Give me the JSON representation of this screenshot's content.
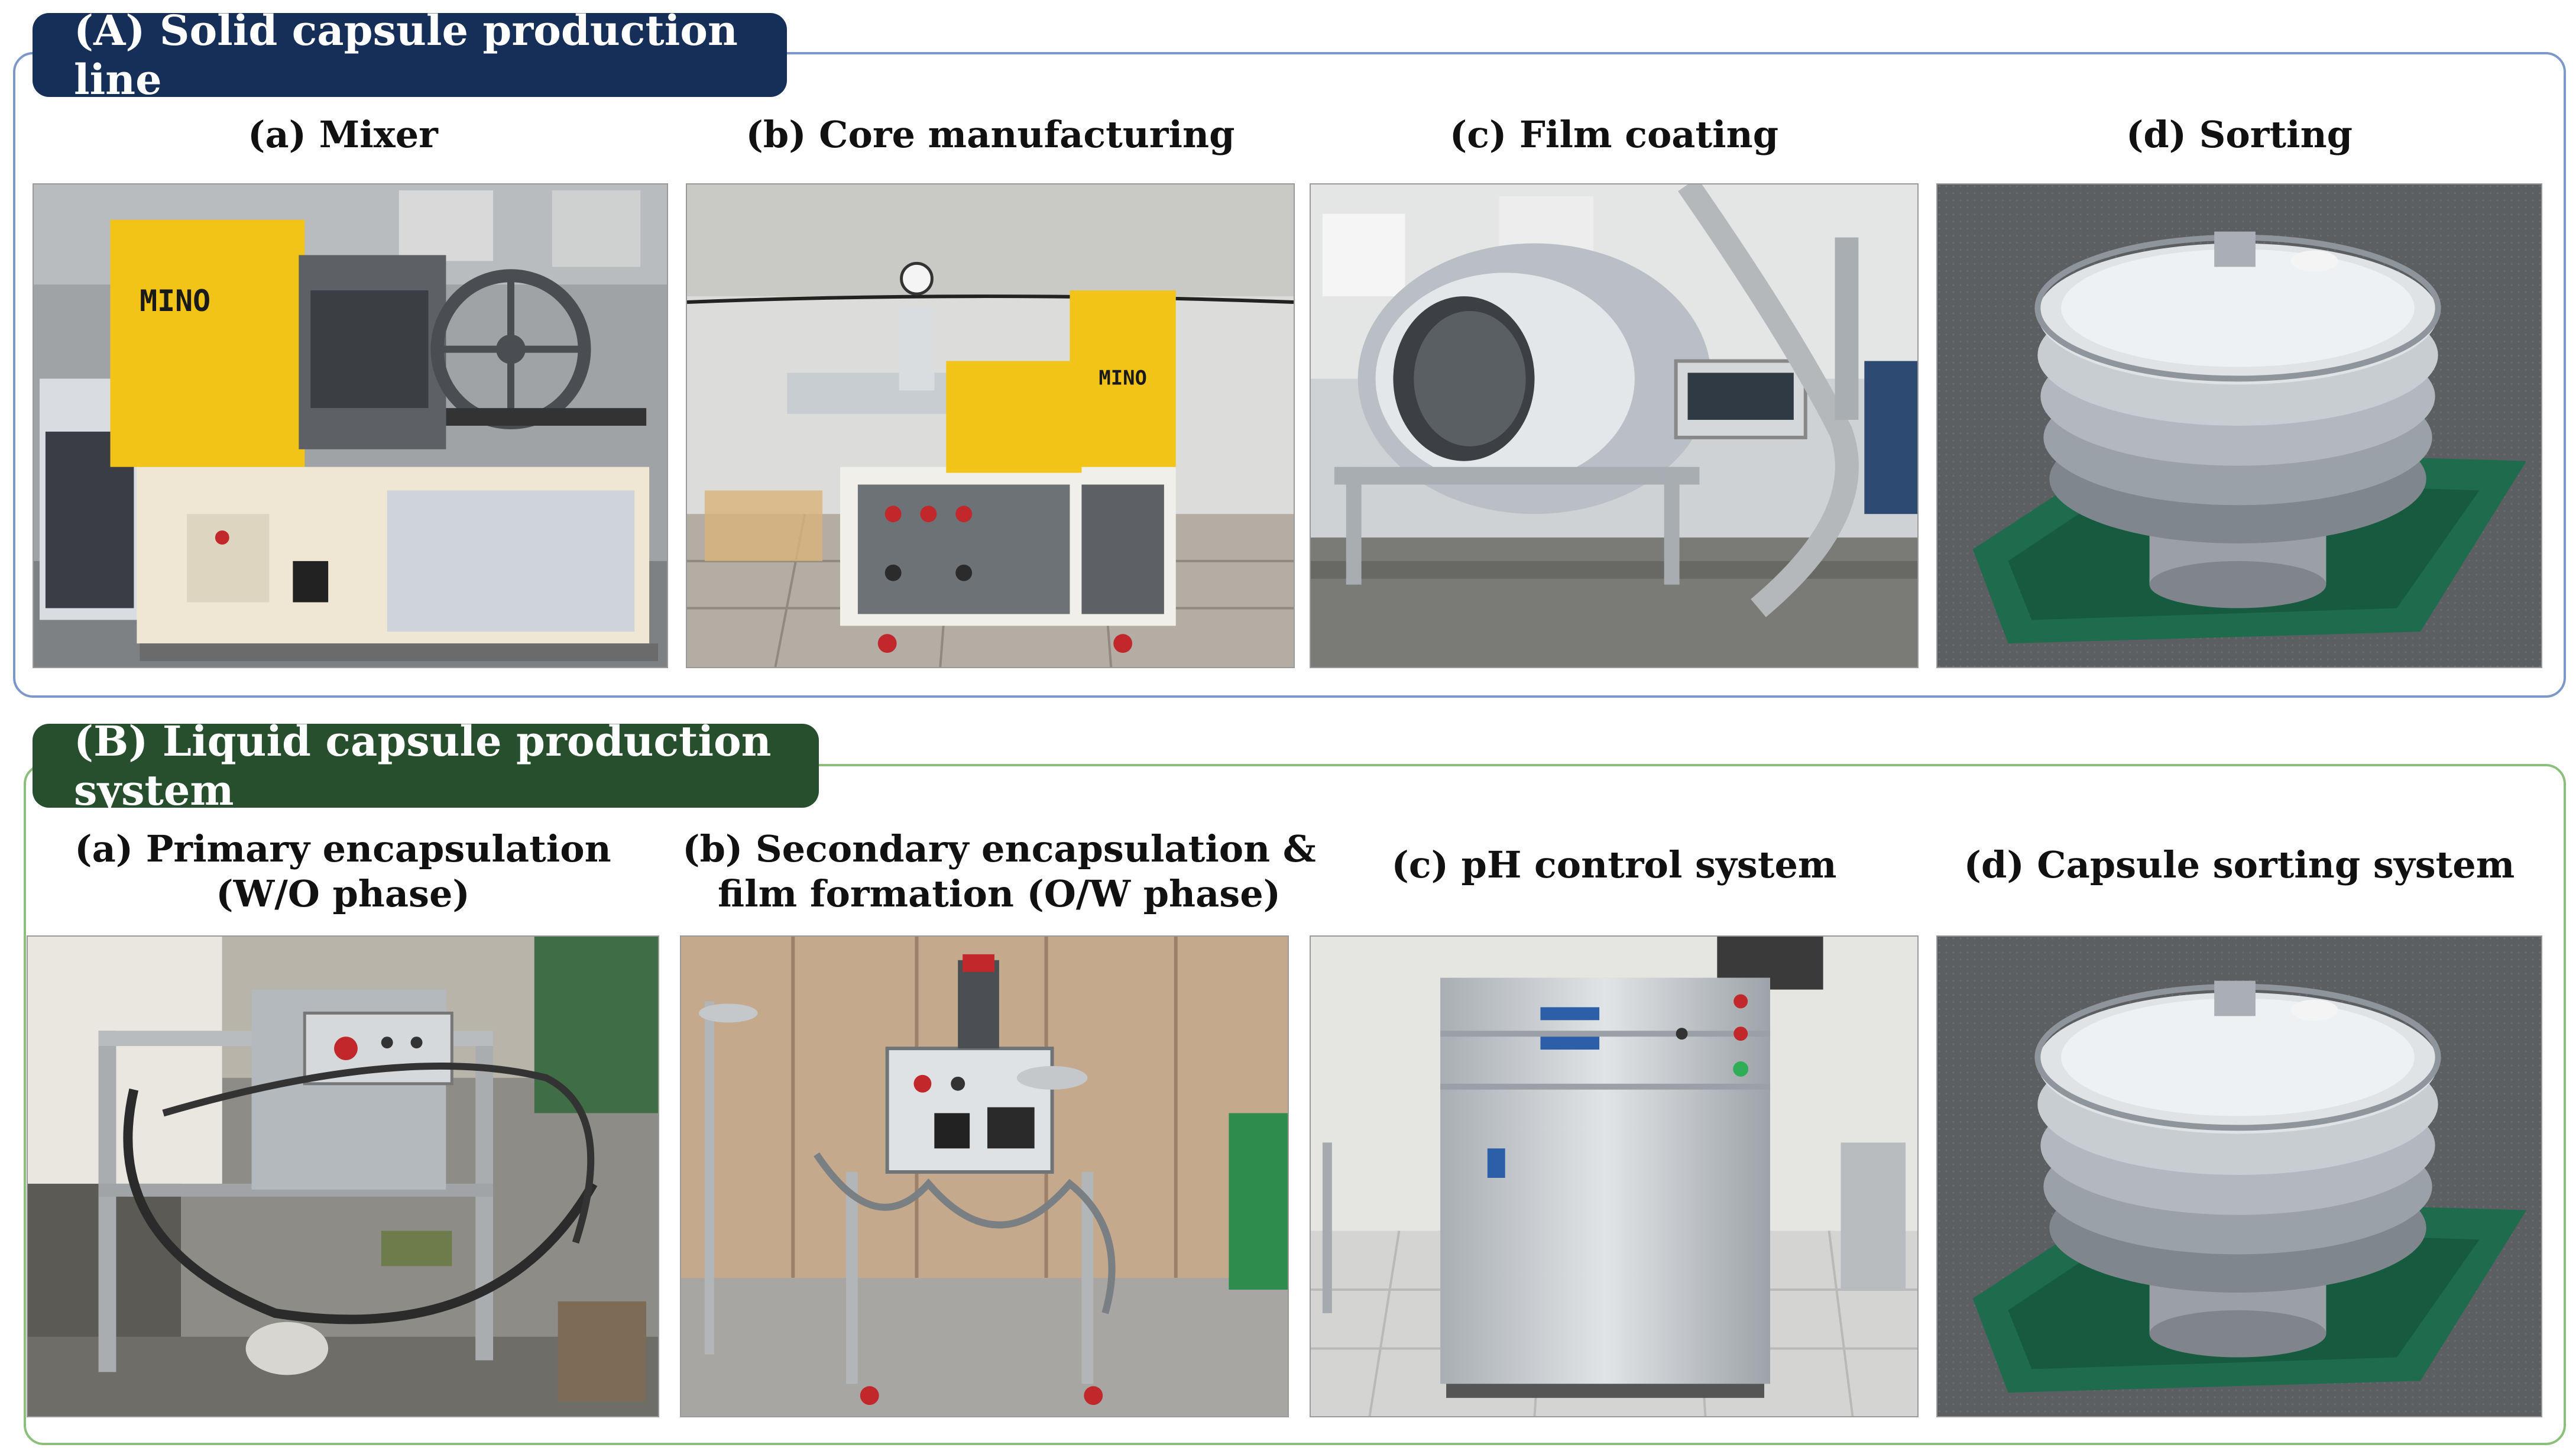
{
  "section_a": {
    "title": "(A) Solid capsule production line",
    "items": [
      {
        "caption": "(a) Mixer",
        "brand": "MINO"
      },
      {
        "caption": "(b) Core manufacturing",
        "brand": "MINO"
      },
      {
        "caption": "(c) Film coating"
      },
      {
        "caption": "(d) Sorting"
      }
    ]
  },
  "section_b": {
    "title": "(B) Liquid capsule production system",
    "items": [
      {
        "caption_line1": "(a) Primary encapsulation",
        "caption_line2": "(W/O phase)"
      },
      {
        "caption_line1": "(b) Secondary encapsulation &",
        "caption_line2": "film formation (O/W phase)"
      },
      {
        "caption": "(c) pH control system"
      },
      {
        "caption": "(d) Capsule sorting system"
      }
    ]
  },
  "colors": {
    "section_a_header": "#162f58",
    "section_a_border": "#7d97c8",
    "section_b_header": "#274f2e",
    "section_b_border": "#8cbf7c",
    "machine_yellow": "#f2c417",
    "cabinet_cream": "#efe7d3",
    "steel": "#c8cdd2",
    "pallet_green": "#1e6b4e"
  }
}
